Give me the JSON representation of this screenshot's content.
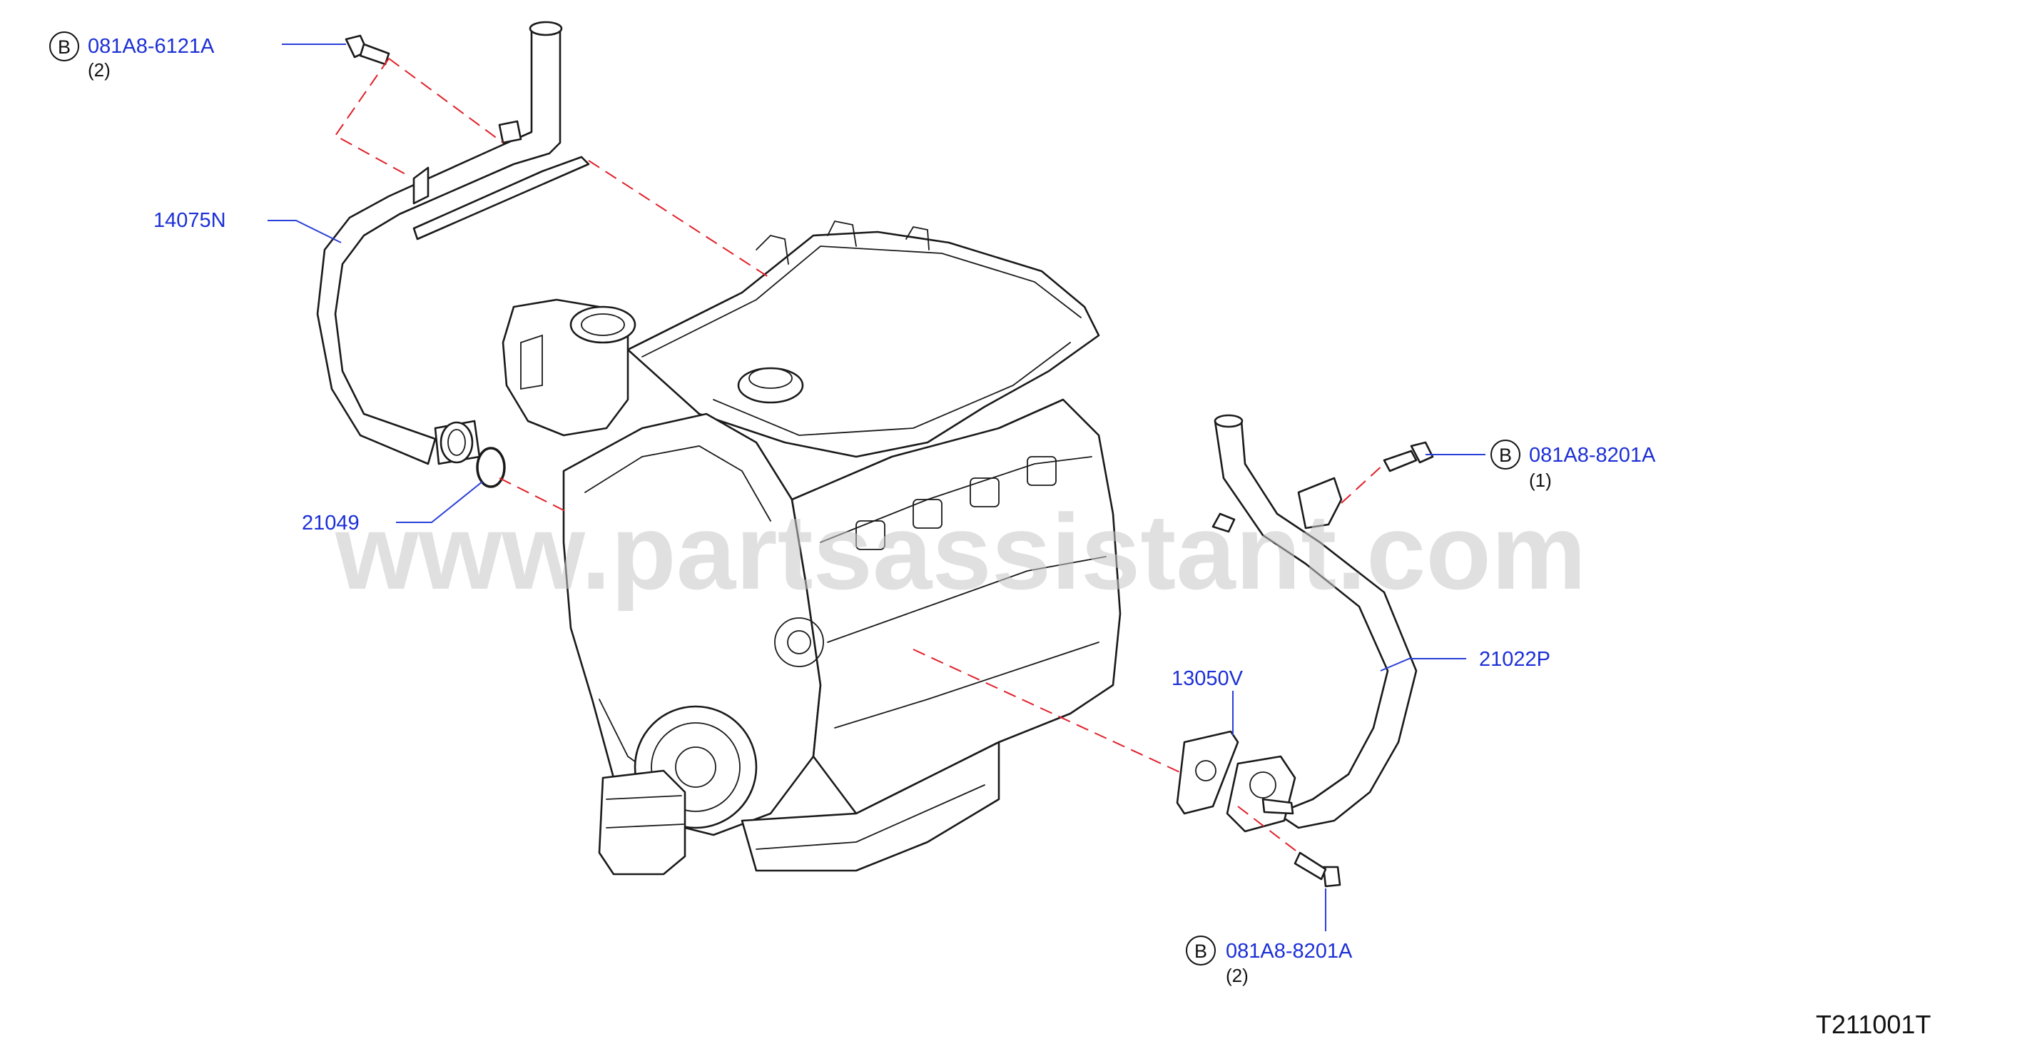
{
  "watermark": "www.partsassistant.com",
  "diagram_code": "T211001T",
  "callouts": {
    "part_14075n": "14075N",
    "part_21049": "21049",
    "part_21022p": "21022P",
    "part_13050v": "13050V"
  },
  "bolts": {
    "bolt_top_left": {
      "badge": "B",
      "part": "081A8-6121A",
      "qty": "(2)"
    },
    "bolt_right": {
      "badge": "B",
      "part": "081A8-8201A",
      "qty": "(1)"
    },
    "bolt_bottom": {
      "badge": "B",
      "part": "081A8-8201A",
      "qty": "(2)"
    }
  },
  "colors": {
    "callout_text": "#1c2fd6",
    "alignment_dash": "#e0202a",
    "line_art": "#1a1a1a",
    "watermark": "#c8c8c8"
  }
}
